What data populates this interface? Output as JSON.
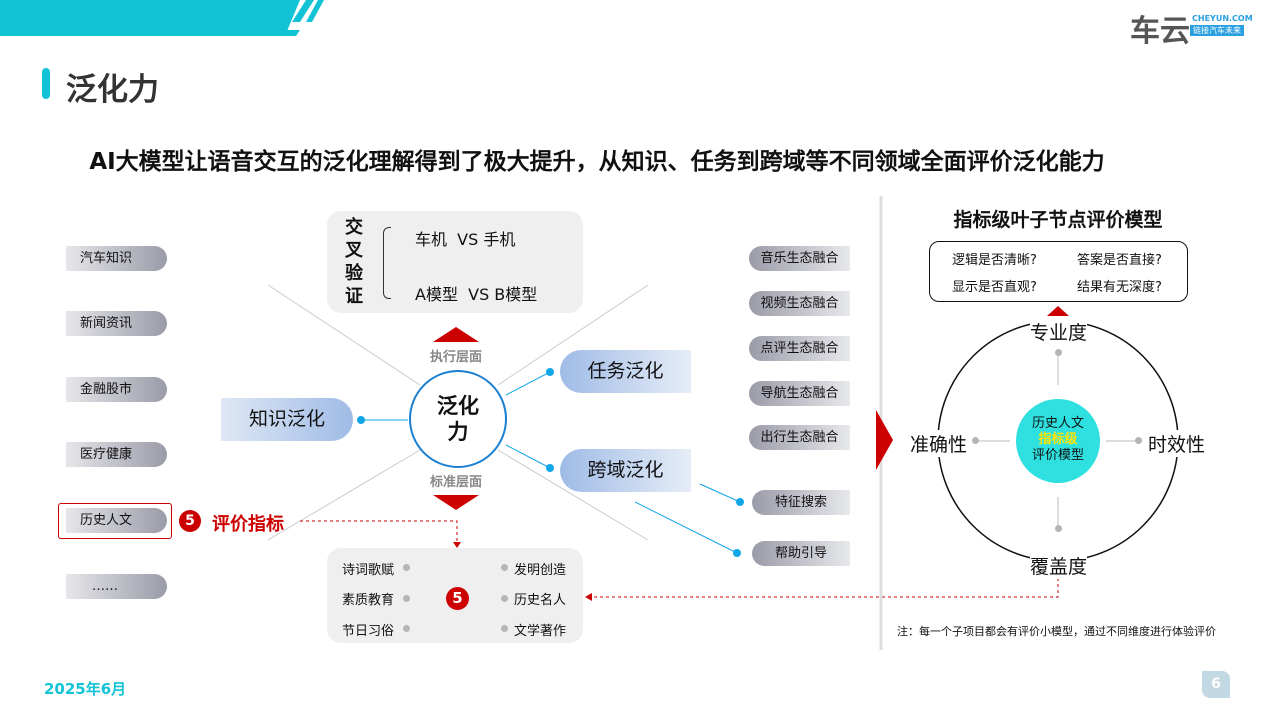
{
  "brand": {
    "logo_text": "车云",
    "logo_sub": "CHEYUN.COM",
    "logo_tag": "链接汽车未来"
  },
  "header": {
    "title": "泛化力",
    "subtitle": "AI大模型让语音交互的泛化理解得到了极大提升，从知识、任务到跨域等不同领域全面评价泛化能力"
  },
  "left_items": [
    "汽车知识",
    "新闻资讯",
    "金融股市",
    "医疗健康",
    "历史人文",
    "……"
  ],
  "eval": {
    "num": "5",
    "label": "评价指标"
  },
  "cross": {
    "title": "交叉验证",
    "rows": [
      "车机  VS 手机",
      "A模型  VS B模型"
    ]
  },
  "center": {
    "label": "泛化力",
    "top_label": "执行层面",
    "bottom_label": "标准层面"
  },
  "branches": {
    "knowledge": "知识泛化",
    "task": "任务泛化",
    "cross": "跨域泛化"
  },
  "right_items": [
    "音乐生态融合",
    "视频生态融合",
    "点评生态融合",
    "导航生态融合",
    "出行生态融合"
  ],
  "cross_items": [
    "特征搜索",
    "帮助引导"
  ],
  "sub": {
    "num": "5",
    "left": [
      "诗词歌赋",
      "素质教育",
      "节日习俗"
    ],
    "right": [
      "发明创造",
      "历史名人",
      "文学著作"
    ]
  },
  "model": {
    "title": "指标级叶子节点评价模型",
    "questions": [
      "逻辑是否清晰?",
      "答案是否直接?",
      "显示是否直观?",
      "结果有无深度?"
    ],
    "top": "专业度",
    "left": "准确性",
    "right": "时效性",
    "bottom": "覆盖度",
    "core": [
      "历史人文",
      "指标级",
      "评价模型"
    ],
    "note": "注：每一个子项目都会有评价小模型，通过不同维度进行体验评价"
  },
  "footer": {
    "date": "2025年6月",
    "page": "6"
  }
}
